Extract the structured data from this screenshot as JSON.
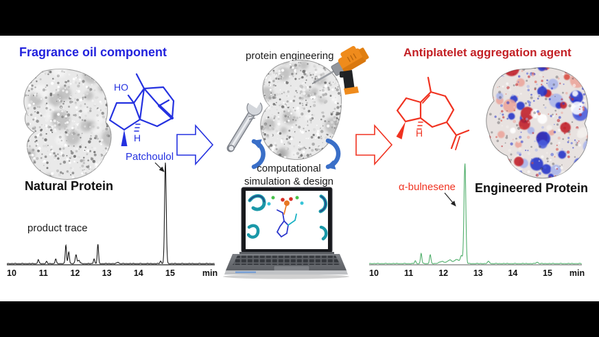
{
  "titles": {
    "left": "Fragrance oil component",
    "middle": "protein engineering",
    "right": "Antiplatelet aggregation agent"
  },
  "left_section": {
    "molecule_name": "Patchoulol",
    "hydroxyl_label": "HO",
    "stereo_h_label": "H",
    "protein_caption": "Natural Protein",
    "trace_caption": "product trace"
  },
  "middle_section": {
    "cycle_line1": "computational",
    "cycle_line2": "simulation & design"
  },
  "right_section": {
    "molecule_name": "α-bulnesene",
    "stereo_h_label": "H",
    "protein_caption": "Engineered Protein"
  },
  "colors": {
    "title_left_blue": "#2222dd",
    "title_right_red": "#c32025",
    "structure_blue": "#2431e0",
    "structure_red": "#f03220",
    "trace_black": "#1a1a1a",
    "trace_green": "#4fae6a",
    "cycle_arrow_blue": "#3a6fc8",
    "drill_orange": "#ef8b1c"
  },
  "chart_data": [
    {
      "type": "line",
      "name": "GC product trace of natural protein",
      "xlabel": "min",
      "x_ticks": [
        10,
        11,
        12,
        13,
        14,
        15
      ],
      "x_range": [
        10,
        16.4
      ],
      "color": "#1a1a1a",
      "axis_color": "#333333",
      "main_peak": {
        "t": 14.85,
        "label": "Patchoulol"
      },
      "peaks": [
        {
          "t": 10.84,
          "h": 6,
          "w": 0.02
        },
        {
          "t": 11.1,
          "h": 3,
          "w": 0.02
        },
        {
          "t": 11.39,
          "h": 7,
          "w": 0.02
        },
        {
          "t": 11.71,
          "h": 27,
          "w": 0.02
        },
        {
          "t": 11.8,
          "h": 17,
          "w": 0.022
        },
        {
          "t": 12.03,
          "h": 13,
          "w": 0.025
        },
        {
          "t": 12.12,
          "h": 5,
          "w": 0.03
        },
        {
          "t": 12.6,
          "h": 7,
          "w": 0.02
        },
        {
          "t": 12.72,
          "h": 28,
          "w": 0.02
        },
        {
          "t": 13.35,
          "h": 2,
          "w": 0.03
        },
        {
          "t": 14.7,
          "h": 4,
          "w": 0.02
        },
        {
          "t": 14.85,
          "h": 147,
          "w": 0.026
        }
      ]
    },
    {
      "type": "line",
      "name": "GC product trace of engineered protein",
      "xlabel": "min",
      "x_ticks": [
        10,
        11,
        12,
        13,
        14,
        15
      ],
      "x_range": [
        10,
        16.0
      ],
      "color": "#4fae6a",
      "axis_color": "#8a8a8a",
      "main_peak": {
        "t": 12.62,
        "label": "α-bulnesene"
      },
      "peaks": [
        {
          "t": 11.19,
          "h": 4,
          "w": 0.02
        },
        {
          "t": 11.36,
          "h": 15,
          "w": 0.02
        },
        {
          "t": 11.62,
          "h": 13,
          "w": 0.02
        },
        {
          "t": 11.95,
          "h": 3,
          "w": 0.07
        },
        {
          "t": 12.18,
          "h": 5,
          "w": 0.07
        },
        {
          "t": 12.38,
          "h": 6,
          "w": 0.06
        },
        {
          "t": 12.52,
          "h": 11,
          "w": 0.035
        },
        {
          "t": 12.62,
          "h": 146,
          "w": 0.026
        },
        {
          "t": 13.3,
          "h": 3,
          "w": 0.03
        },
        {
          "t": 14.7,
          "h": 2,
          "w": 0.03
        }
      ]
    }
  ]
}
